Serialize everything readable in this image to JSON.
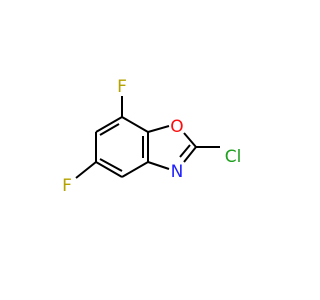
{
  "molecule": {
    "atoms": [
      {
        "id": "F_top",
        "label": "F",
        "color": "#b3a200"
      },
      {
        "id": "O_ring",
        "label": "O",
        "color": "#ff0d0d"
      },
      {
        "id": "Cl",
        "label": "Cl",
        "color": "#1fa01f"
      },
      {
        "id": "N_ring",
        "label": "N",
        "color": "#2020ff"
      },
      {
        "id": "F_bottom",
        "label": "F",
        "color": "#b3a200"
      }
    ],
    "bond_color": "#000000"
  }
}
